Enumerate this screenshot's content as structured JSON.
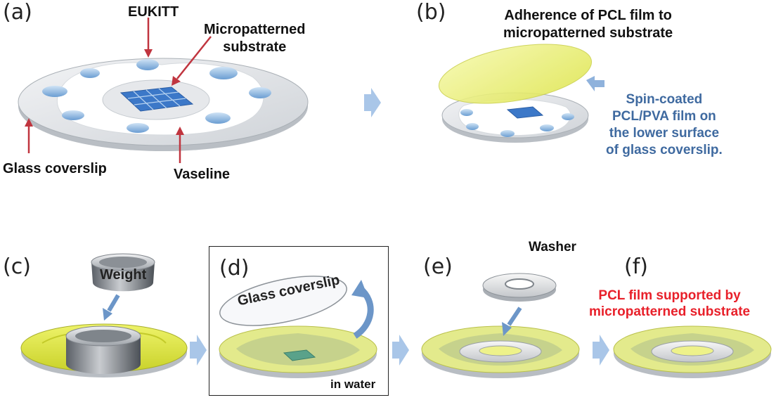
{
  "panel_a": {
    "letter": "(a)",
    "eukitt": "EUKITT",
    "micropatterned_line1": "Micropatterned",
    "micropatterned_line2": "substrate",
    "glass_coverslip": "Glass coverslip",
    "vaseline": "Vaseline"
  },
  "panel_b": {
    "letter": "(b)",
    "title_line1": "Adherence of PCL film to",
    "title_line2": "micropatterned substrate",
    "note_line1": "Spin-coated",
    "note_line2": "PCL/PVA film on",
    "note_line3": "the lower surface",
    "note_line4": "of glass coverslip."
  },
  "panel_c": {
    "letter": "(c)",
    "weight": "Weight"
  },
  "panel_d": {
    "letter": "(d)",
    "glass_coverslip": "Glass coverslip",
    "in_water": "in water"
  },
  "panel_e": {
    "letter": "(e)",
    "washer": "Washer"
  },
  "panel_f": {
    "letter": "(f)",
    "note_line1": "PCL film supported by",
    "note_line2": "micropatterned substrate"
  },
  "colors": {
    "arrow_red": "#c0353f",
    "flow_arrow": "#a9c6e8",
    "blue_arrow": "#6c96c8",
    "film_yellow": "#e8ee6a",
    "substrate_blue": "#3c78c8",
    "note_blue": "#3f6aa0",
    "note_red": "#e8202a"
  }
}
